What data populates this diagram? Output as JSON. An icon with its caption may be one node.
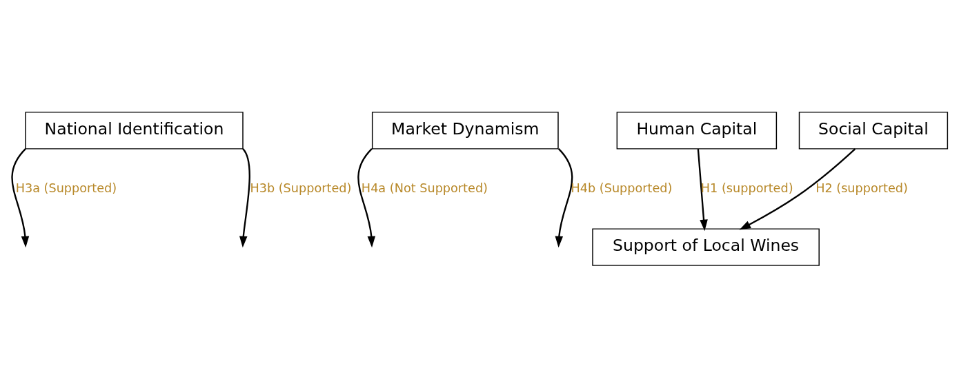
{
  "diagram": {
    "nodes": [
      {
        "text": [
          "National Identification"
        ]
      },
      {
        "text": [
          "Market Dynamism"
        ]
      },
      {
        "text": [
          "Human Capital"
        ]
      },
      {
        "text": [
          "Social Capital"
        ]
      },
      {
        "text": [
          "Support of Local Wines"
        ]
      }
    ],
    "edges": [
      {
        "from": 2,
        "to": 4,
        "arrow": "to",
        "label": "H1 (supported)"
      },
      {
        "from": 3,
        "to": 4,
        "arrow": "to",
        "label": "H2 (supported)"
      },
      {
        "from": 0,
        "to": null,
        "arrow": "to",
        "label": "H3a (Supported)"
      },
      {
        "from": 0,
        "to": null,
        "arrow": "to",
        "label": "H3b (Supported)"
      },
      {
        "from": 1,
        "to": null,
        "arrow": "to",
        "label": "H4a (Not Supported)"
      },
      {
        "from": 1,
        "to": null,
        "arrow": "to",
        "label": "H4b (Supported)"
      }
    ]
  }
}
